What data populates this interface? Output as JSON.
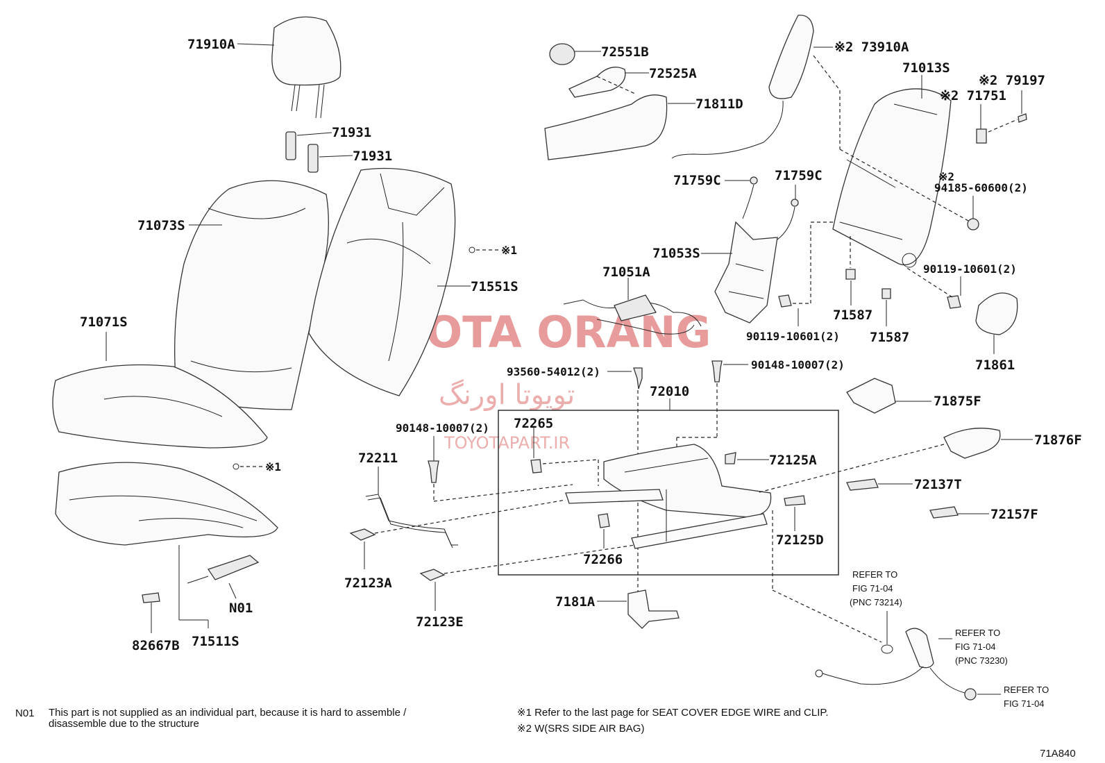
{
  "diagram": {
    "figure_code": "71A840",
    "watermark": {
      "brand": "TOYOTA ORANG",
      "persian": "تویوتا اورنگ",
      "site": "TOYOTAPART.IR"
    },
    "labels": {
      "p71910A": "71910A",
      "p71931a": "71931",
      "p71931b": "71931",
      "p71073S": "71073S",
      "p71551S": "71551S",
      "p71071S": "71071S",
      "p72551B": "72551B",
      "p72525A": "72525A",
      "p71811D": "71811D",
      "p73910A": "※2 73910A",
      "p71013S": "71013S",
      "p79197": "※2 79197",
      "p71751": "※2 71751",
      "p71759Ca": "71759C",
      "p71759Cb": "71759C",
      "p71053S": "71053S",
      "p71051A": "71051A",
      "p94185_mark": "※2",
      "p94185": "94185-60600(2)",
      "p90119a": "90119-10601(2)",
      "p90119b": "90119-10601(2)",
      "p71587a": "71587",
      "p71587b": "71587",
      "p71861": "71861",
      "p93560": "93560-54012(2)",
      "p90148a": "90148-10007(2)",
      "p90148b": "90148-10007(2)",
      "p72010": "72010",
      "p72265": "72265",
      "p72211": "72211",
      "p72125A": "72125A",
      "p72125D": "72125D",
      "p72266": "72266",
      "p72123A": "72123A",
      "p72123E": "72123E",
      "p7181A": "7181A",
      "p71875F": "71875F",
      "p71876F": "71876F",
      "p72137T": "72137T",
      "p72157F": "72157F",
      "p82667B": "82667B",
      "p71511S": "71511S",
      "pN01": "N01",
      "clip1": "※1",
      "clip2": "※1"
    },
    "refers": {
      "r1": [
        "REFER TO",
        "FIG 71-04",
        "(PNC 73214)"
      ],
      "r2": [
        "REFER TO",
        "FIG 71-04",
        "(PNC 73230)"
      ],
      "r3": [
        "REFER TO",
        "FIG 71-04"
      ]
    },
    "notes": {
      "n01_code": "N01",
      "n01_line1": "This part is not supplied as an individual part, because it is hard to assemble /",
      "n01_line2": "disassemble due to the structure",
      "note1": "※1 Refer to the last page for SEAT COVER EDGE WIRE and CLIP.",
      "note2": "※2 W(SRS SIDE AIR BAG)"
    }
  }
}
